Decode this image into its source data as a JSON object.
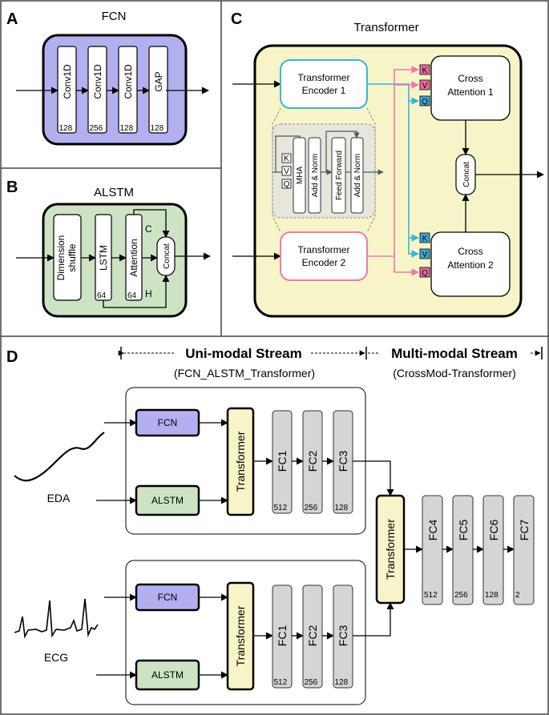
{
  "panels": {
    "a": "A",
    "b": "B",
    "c": "C",
    "d": "D"
  },
  "fcn": {
    "title": "FCN",
    "layers": [
      {
        "name": "Conv1D",
        "size": "128"
      },
      {
        "name": "Conv1D",
        "size": "256"
      },
      {
        "name": "Conv1D",
        "size": "128"
      },
      {
        "name": "GAP",
        "size": "128"
      }
    ]
  },
  "alstm": {
    "title": "ALSTM",
    "shuffle": "Dimension shuffle",
    "lstm": "LSTM",
    "lstm_size": "64",
    "attention": "Attention",
    "attention_size": "64",
    "concat": "Concat",
    "c": "C",
    "h": "H"
  },
  "transformer": {
    "title": "Transformer",
    "enc1_l1": "Transformer",
    "enc1_l2": "Encoder 1",
    "enc2_l1": "Transformer",
    "enc2_l2": "Encoder 2",
    "cross1_l1": "Cross",
    "cross1_l2": "Attention 1",
    "cross2_l1": "Cross",
    "cross2_l2": "Attention 2",
    "concat": "Concat",
    "k": "K",
    "v": "V",
    "q": "Q",
    "mha": "MHA",
    "add_norm": "Add & Norm",
    "ff": "Feed Forward"
  },
  "pipeline": {
    "uni_title": "Uni-modal Stream",
    "uni_sub": "(FCN_ALSTM_Transformer)",
    "multi_title": "Multi-modal Stream",
    "multi_sub": "(CrossMod-Transformer)",
    "eda": "EDA",
    "ecg": "ECG",
    "fcn": "FCN",
    "alstm": "ALSTM",
    "transformer": "Transformer",
    "fc_uni": [
      {
        "name": "FC1",
        "size": "512"
      },
      {
        "name": "FC2",
        "size": "256"
      },
      {
        "name": "FC3",
        "size": "128"
      }
    ],
    "fc_multi": [
      {
        "name": "FC4",
        "size": "512"
      },
      {
        "name": "FC5",
        "size": "256"
      },
      {
        "name": "FC6",
        "size": "128"
      },
      {
        "name": "FC7",
        "size": "2"
      }
    ]
  },
  "colors": {
    "fcn": "#b3b0f0",
    "alstm": "#cde3c3",
    "transformer": "#f7f5c8",
    "fc": "#d5d5d5",
    "enc1": "#3cb4d8",
    "enc2": "#f07aa6",
    "kvq_pink": "#ef6aa0",
    "kvq_blue": "#38a9d4"
  }
}
